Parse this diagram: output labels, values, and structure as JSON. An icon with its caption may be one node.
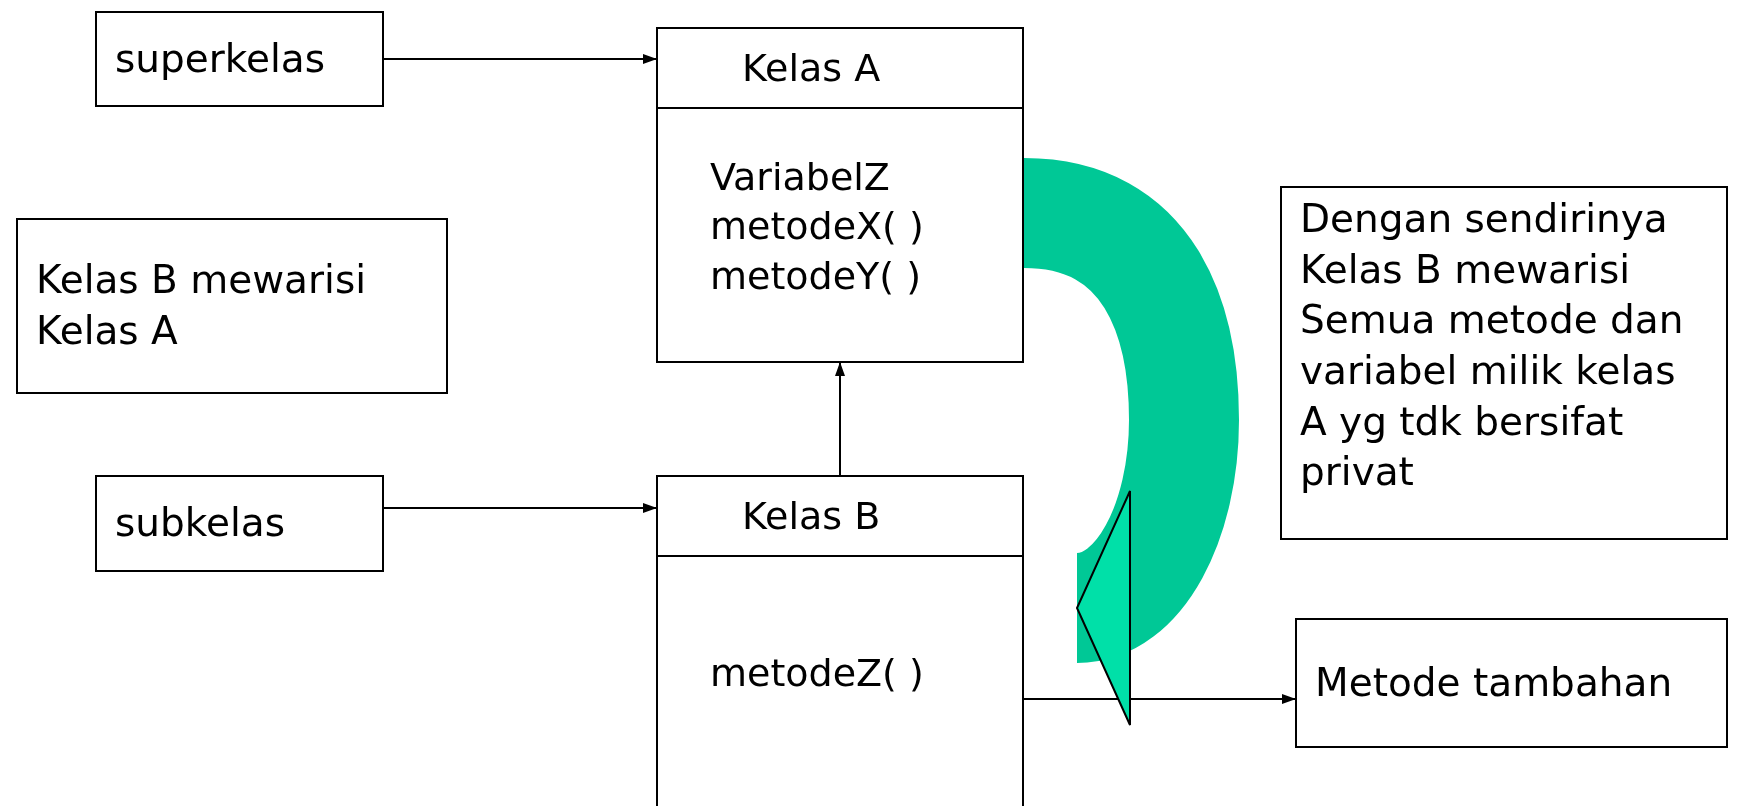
{
  "diagram": {
    "nodes": [
      {
        "text": [
          "superkelas"
        ]
      },
      {
        "text": [
          "Kelas A",
          "VariabelZ",
          "metodeX( )",
          "metodeY( )"
        ]
      },
      {
        "text": [
          "Kelas B mewarisi Kelas A"
        ]
      },
      {
        "text": [
          "subkelas"
        ]
      },
      {
        "text": [
          "Kelas B",
          "metodeZ( )"
        ]
      },
      {
        "text": [
          "Dengan sendirinya Kelas B mewarisi Semua metode dan variabel milik kelas A yg tdk bersifat privat"
        ]
      },
      {
        "text": [
          "Metode tambahan"
        ]
      }
    ],
    "edges": [
      {
        "from": 0,
        "to": 1,
        "arrow": "to"
      },
      {
        "from": 4,
        "to": 1,
        "arrow": "to"
      },
      {
        "from": 3,
        "to": 4,
        "arrow": "to"
      },
      {
        "from": 4,
        "to": 6,
        "arrow": "to"
      },
      {
        "from": 1,
        "to": 4,
        "arrow": "to",
        "style": "thick",
        "color": "#00c896"
      }
    ]
  }
}
